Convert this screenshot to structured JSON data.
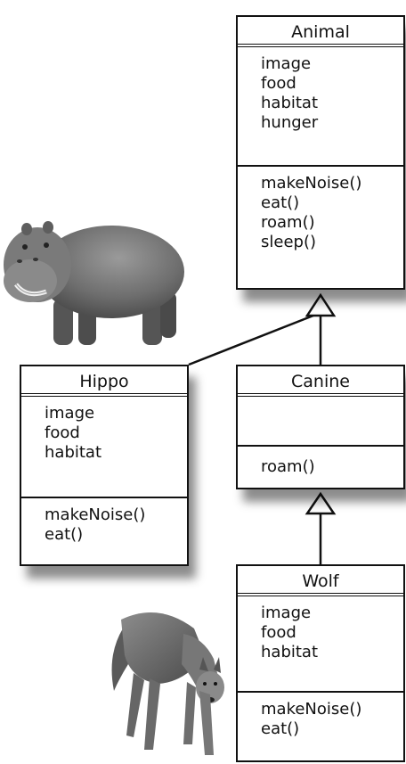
{
  "classes": {
    "animal": {
      "name": "Animal",
      "attributes": [
        "image",
        "food",
        "habitat",
        "hunger"
      ],
      "methods": [
        "makeNoise()",
        "eat()",
        "roam()",
        "sleep()"
      ]
    },
    "hippo": {
      "name": "Hippo",
      "attributes": [
        "image",
        "food",
        "habitat"
      ],
      "methods": [
        "makeNoise()",
        "eat()"
      ]
    },
    "canine": {
      "name": "Canine",
      "attributes": [],
      "methods": [
        "roam()"
      ]
    },
    "wolf": {
      "name": "Wolf",
      "attributes": [
        "image",
        "food",
        "habitat"
      ],
      "methods": [
        "makeNoise()",
        "eat()"
      ]
    }
  },
  "inheritance": [
    {
      "child": "Hippo",
      "parent": "Animal"
    },
    {
      "child": "Canine",
      "parent": "Animal"
    },
    {
      "child": "Wolf",
      "parent": "Canine"
    }
  ],
  "images": [
    "hippo",
    "wolf"
  ]
}
